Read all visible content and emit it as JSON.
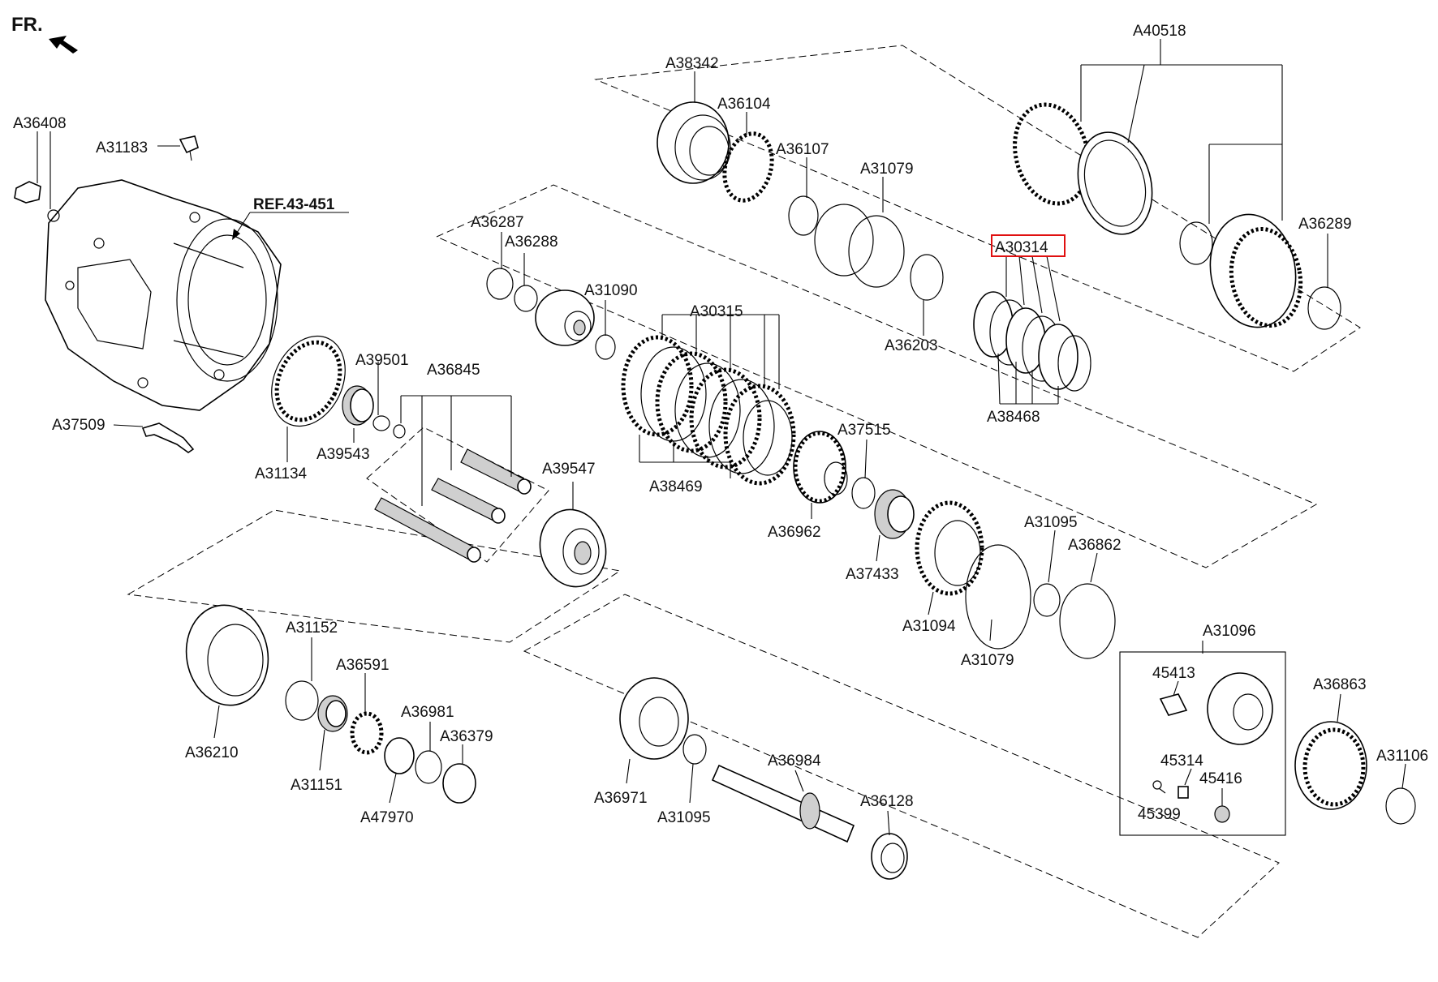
{
  "header": {
    "direction_label": "FR.",
    "ref_label": "REF.43-451"
  },
  "highlight": {
    "part": "A30314",
    "color": "#e01010"
  },
  "labels": {
    "A40518": "A40518",
    "A38342": "A38342",
    "A36104": "A36104",
    "A36107": "A36107",
    "A31079_top": "A31079",
    "A36408": "A36408",
    "A31183": "A31183",
    "A36287": "A36287",
    "A36288": "A36288",
    "A31090": "A31090",
    "A30315": "A30315",
    "A30314": "A30314",
    "A36289": "A36289",
    "A36203": "A36203",
    "A38468": "A38468",
    "A39501": "A39501",
    "A36845": "A36845",
    "A37509": "A37509",
    "A31134": "A31134",
    "A39543": "A39543",
    "A39547": "A39547",
    "A38469": "A38469",
    "A37515": "A37515",
    "A36962": "A36962",
    "A37433": "A37433",
    "A31095_mid": "A31095",
    "A36862": "A36862",
    "A31094": "A31094",
    "A31079_bot": "A31079",
    "A31152": "A31152",
    "A36591": "A36591",
    "A36981": "A36981",
    "A36379": "A36379",
    "A36210": "A36210",
    "A31151": "A31151",
    "A47970": "A47970",
    "A36971": "A36971",
    "A31095_bot": "A31095",
    "A36984": "A36984",
    "A36128": "A36128",
    "A31096": "A31096",
    "45413": "45413",
    "45314": "45314",
    "45416": "45416",
    "45399": "45399",
    "A36863": "A36863",
    "A31106": "A31106"
  }
}
